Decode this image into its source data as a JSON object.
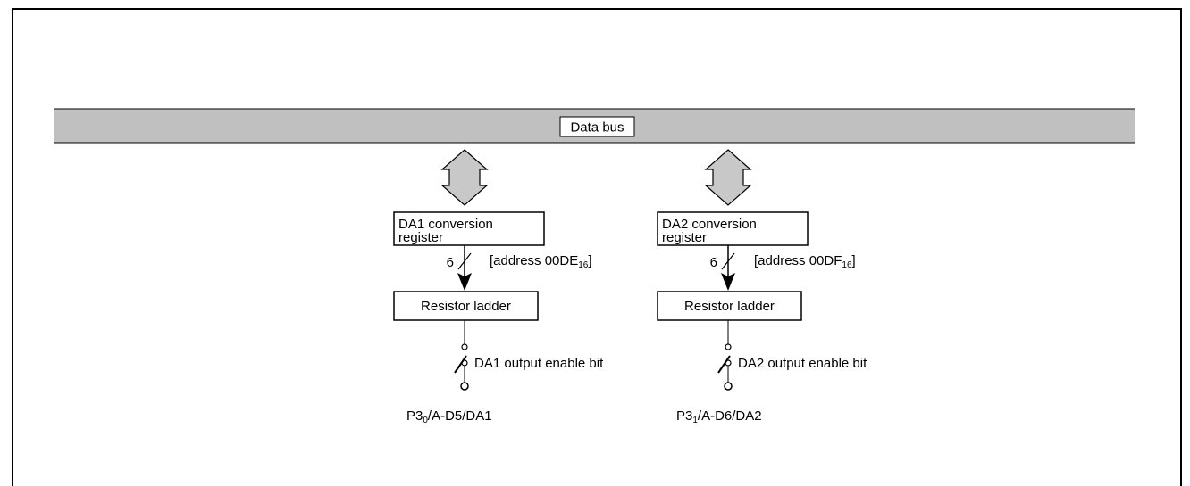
{
  "data_bus": {
    "label": "Data bus"
  },
  "channels": [
    {
      "register_line1": "DA1 conversion",
      "register_line2": "register",
      "bus_width": "6",
      "address_prefix": "[address 00DE",
      "address_sub": "16",
      "address_suffix": "]",
      "ladder_label": "Resistor ladder",
      "switch_label": "DA1 output enable bit",
      "pin_prefix": "P3",
      "pin_sub": "0",
      "pin_suffix": "/A-D5/DA1"
    },
    {
      "register_line1": "DA2 conversion",
      "register_line2": "register",
      "bus_width": "6",
      "address_prefix": "[address 00DF",
      "address_sub": "16",
      "address_suffix": "]",
      "ladder_label": "Resistor ladder",
      "switch_label": "DA2 output enable bit",
      "pin_prefix": "P3",
      "pin_sub": "1",
      "pin_suffix": "/A-D6/DA2"
    }
  ],
  "colors": {
    "bus_fill": "#c0c0c0",
    "arrow_fill": "#c8c8c8",
    "line": "#000000"
  }
}
